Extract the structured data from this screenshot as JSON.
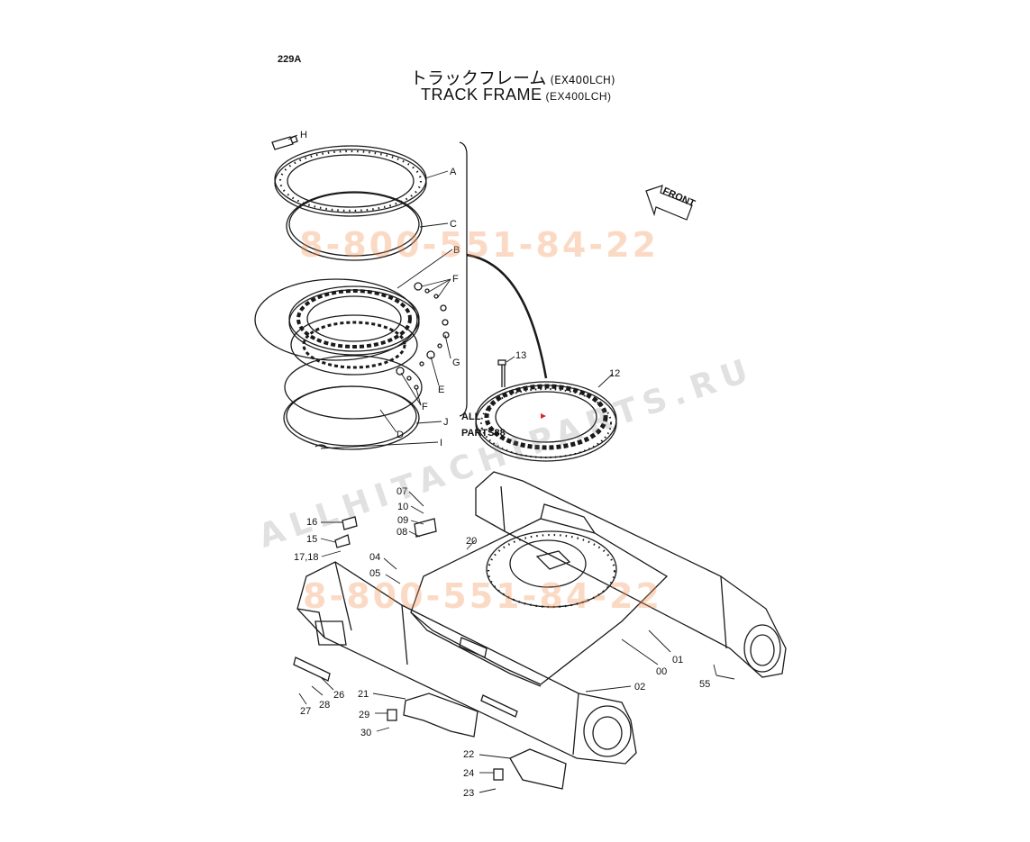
{
  "header": {
    "code": "229A",
    "title_jp": "トラックフレーム",
    "title_jp_model": "(EX400LCH)",
    "title_en": "TRACK FRAME",
    "title_en_model": "(EX400LCH)"
  },
  "front_arrow": "FRONT",
  "watermarks": {
    "phone": "8-800-551-84-22",
    "site": "ALLHITACHIPARTS.RU",
    "logo_top": "ALL",
    "logo_bottom": "PARTS88"
  },
  "callouts": [
    "H",
    "A",
    "C",
    "B",
    "F",
    "G",
    "E",
    "F",
    "J",
    "D",
    "I",
    "13",
    "12",
    "07",
    "10",
    "09",
    "08",
    "20",
    "16",
    "15",
    "17,18",
    "04",
    "05",
    "01",
    "00",
    "02",
    "55",
    "26",
    "28",
    "27",
    "21",
    "29",
    "30",
    "22",
    "24",
    "23"
  ],
  "colors": {
    "line": "#1a1a1a",
    "watermark_phone": "#f4965a",
    "watermark_site": "#8a8a8a",
    "marker": "#d9262c"
  }
}
